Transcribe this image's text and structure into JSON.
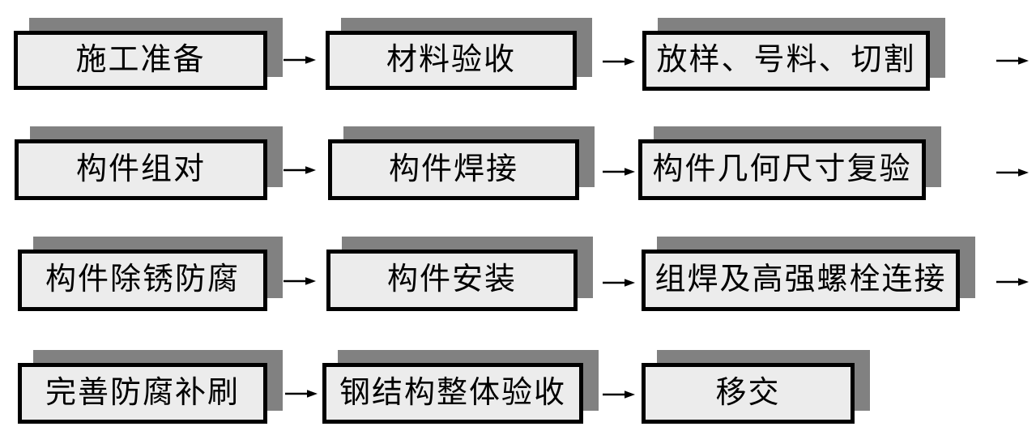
{
  "flowchart": {
    "description": "施工工艺流程图",
    "steps": [
      {
        "id": 1,
        "label": "施工准备"
      },
      {
        "id": 2,
        "label": "材料验收"
      },
      {
        "id": 3,
        "label": "放样、号料、切割"
      },
      {
        "id": 4,
        "label": "构件组对"
      },
      {
        "id": 5,
        "label": "构件焊接"
      },
      {
        "id": 6,
        "label": "构件几何尺寸复验"
      },
      {
        "id": 7,
        "label": "构件除锈防腐"
      },
      {
        "id": 8,
        "label": "构件安装"
      },
      {
        "id": 9,
        "label": "组焊及高强螺栓连接"
      },
      {
        "id": 10,
        "label": "完善防腐补刷"
      },
      {
        "id": 11,
        "label": "钢结构整体验收"
      },
      {
        "id": 12,
        "label": "移交"
      }
    ],
    "flow_order": "sequential left-to-right, wrapping to next row; rows 1-3 end with a trailing arrow",
    "arrow_count": 11,
    "colors": {
      "box_fill": "#ececec",
      "box_border": "#000000",
      "shadow": "#818181",
      "arrow": "#000000",
      "background": "#ffffff"
    }
  }
}
